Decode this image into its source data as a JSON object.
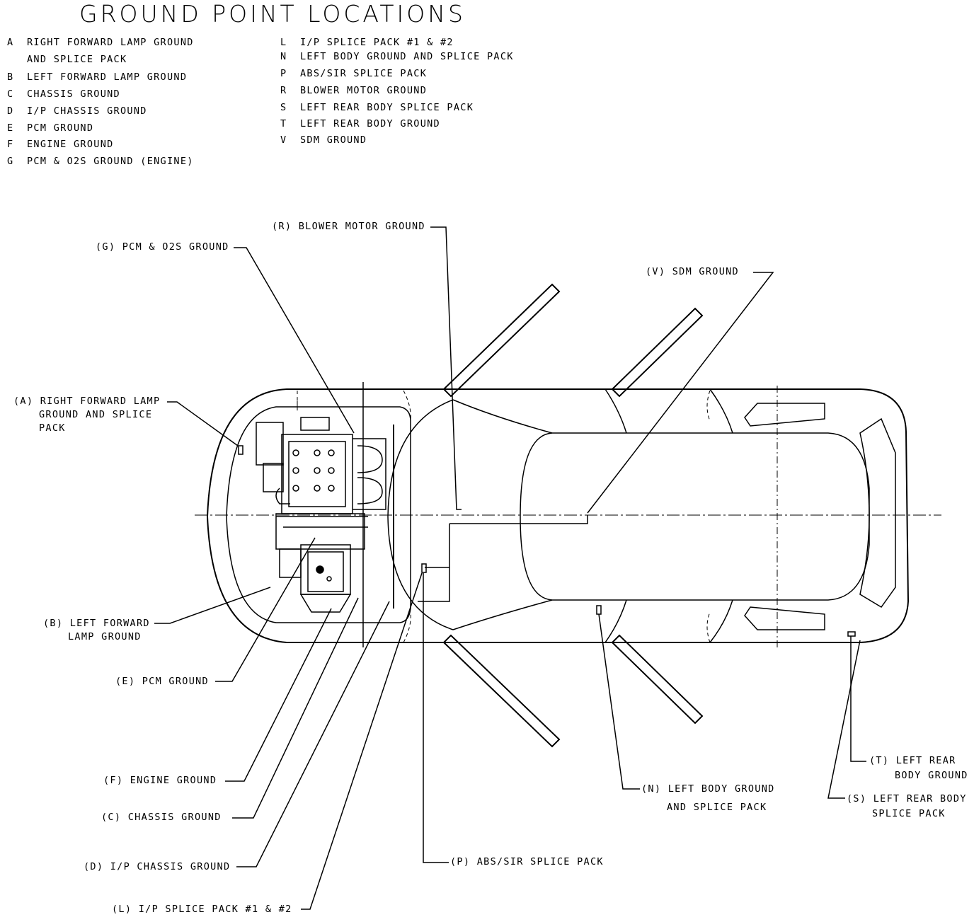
{
  "title": "GROUND POINT LOCATIONS",
  "legend_left": [
    {
      "key": "A",
      "lines": [
        "RIGHT FORWARD LAMP GROUND",
        "AND SPLICE PACK"
      ]
    },
    {
      "key": "B",
      "lines": [
        "LEFT FORWARD LAMP GROUND"
      ]
    },
    {
      "key": "C",
      "lines": [
        "CHASSIS GROUND"
      ]
    },
    {
      "key": "D",
      "lines": [
        "I/P CHASSIS GROUND"
      ]
    },
    {
      "key": "E",
      "lines": [
        "PCM GROUND"
      ]
    },
    {
      "key": "F",
      "lines": [
        "ENGINE GROUND"
      ]
    },
    {
      "key": "G",
      "lines": [
        "PCM & O2S GROUND (ENGINE)"
      ]
    }
  ],
  "legend_right": [
    {
      "key": "L",
      "lines": [
        "I/P SPLICE PACK #1 & #2"
      ]
    },
    {
      "key": "N",
      "lines": [
        "LEFT BODY GROUND AND SPLICE PACK"
      ]
    },
    {
      "key": "P",
      "lines": [
        "ABS/SIR SPLICE PACK"
      ]
    },
    {
      "key": "R",
      "lines": [
        "BLOWER MOTOR GROUND"
      ]
    },
    {
      "key": "S",
      "lines": [
        "LEFT REAR BODY SPLICE PACK"
      ]
    },
    {
      "key": "T",
      "lines": [
        "LEFT REAR BODY GROUND"
      ]
    },
    {
      "key": "V",
      "lines": [
        "SDM GROUND"
      ]
    }
  ],
  "callouts": {
    "r": "(R) BLOWER MOTOR GROUND",
    "g": "(G) PCM & O2S GROUND",
    "v": "(V) SDM GROUND",
    "a1": "(A) RIGHT FORWARD LAMP",
    "a2": "GROUND AND SPLICE",
    "a3": "PACK",
    "b1": "(B) LEFT FORWARD",
    "b2": "LAMP GROUND",
    "e": "(E) PCM GROUND",
    "f": "(F) ENGINE GROUND",
    "c": "(C) CHASSIS GROUND",
    "d": "(D) I/P CHASSIS GROUND",
    "l": "(L) I/P SPLICE PACK #1 & #2",
    "p": "(P) ABS/SIR SPLICE PACK",
    "n1": "(N) LEFT BODY GROUND",
    "n2": "AND SPLICE PACK",
    "t1": "(T) LEFT REAR",
    "t2": "BODY GROUND",
    "s1": "(S) LEFT REAR BODY",
    "s2": "SPLICE PACK"
  }
}
